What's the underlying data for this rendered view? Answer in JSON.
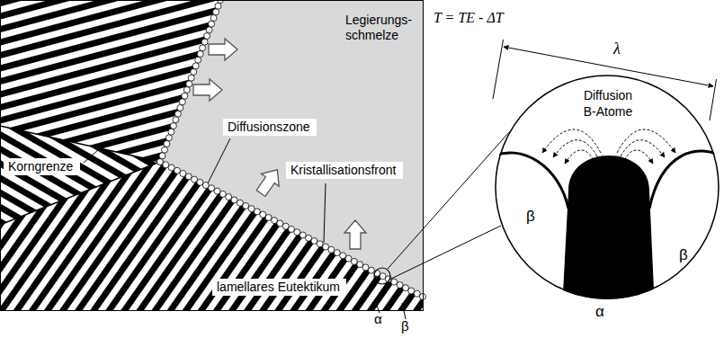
{
  "diagram": {
    "nodes": [
      {
        "text": [
          "Korngrenze"
        ]
      },
      {
        "text": [
          "Diffusionszone"
        ]
      },
      {
        "text": [
          "Kristallisationsfront"
        ]
      },
      {
        "text": [
          "lamellares Eutektikum"
        ]
      },
      {
        "text": [
          "Diffusion B-Atome",
          "β",
          "β",
          "α"
        ]
      }
    ],
    "labels": [
      "Legierungs- schmelze",
      "T = TE - ΔT",
      "α",
      "β",
      "λ"
    ]
  }
}
